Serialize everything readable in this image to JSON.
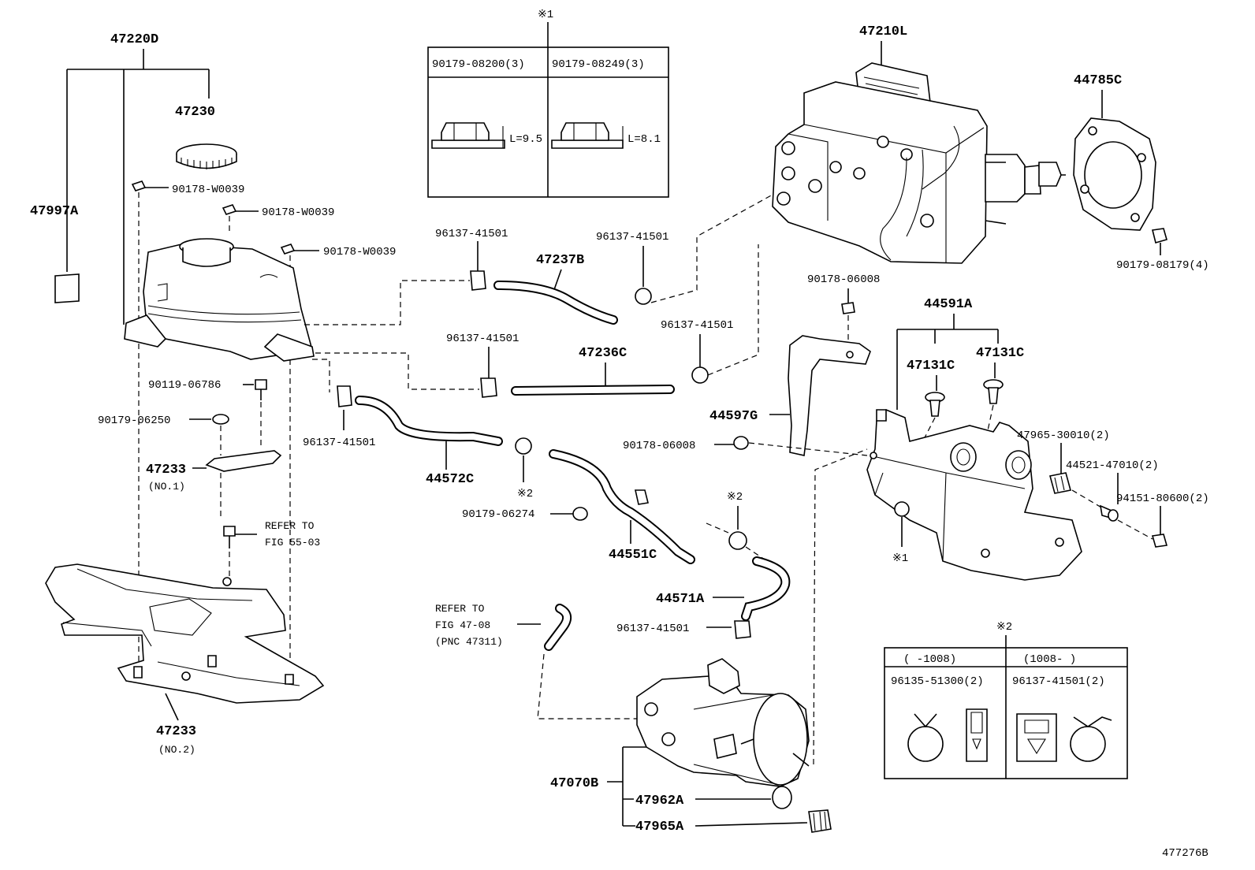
{
  "diagram": {
    "figure_code": "477276B",
    "note_symbol_1": "※1",
    "note_symbol_2": "※2",
    "part_labels": {
      "p47220D": "47220D",
      "p47230": "47230",
      "p47997A": "47997A",
      "p47233_no1": "47233",
      "p47233_no1_sub": "(NO.1)",
      "p47233_no2": "47233",
      "p47233_no2_sub": "(NO.2)",
      "p47237B": "47237B",
      "p47236C": "47236C",
      "p44572C": "44572C",
      "p44551C": "44551C",
      "p44571A": "44571A",
      "p47210L": "47210L",
      "p44785C": "44785C",
      "p44591A": "44591A",
      "p47131C_a": "47131C",
      "p47131C_b": "47131C",
      "p44597G": "44597G",
      "p47070B": "47070B",
      "p47962A": "47962A",
      "p47965A": "47965A"
    },
    "codes": {
      "c90178_W0039_a": "90178-W0039",
      "c90178_W0039_b": "90178-W0039",
      "c90178_W0039_c": "90178-W0039",
      "c96137_41501_a": "96137-41501",
      "c96137_41501_b": "96137-41501",
      "c96137_41501_c": "96137-41501",
      "c96137_41501_d": "96137-41501",
      "c96137_41501_e": "96137-41501",
      "c96137_41501_f": "96137-41501",
      "c90119_06786": "90119-06786",
      "c90179_06250": "90179-06250",
      "c90179_06274": "90179-06274",
      "c90178_06008_a": "90178-06008",
      "c90178_06008_b": "90178-06008",
      "c90179_08179": "90179-08179(4)",
      "c47965_30010": "47965-30010(2)",
      "c44521_47010": "44521-47010(2)",
      "c94151_80600": "94151-80600(2)"
    },
    "refer": {
      "r1_line1": "REFER TO",
      "r1_line2": "FIG 55-03",
      "r2_line1": "REFER TO",
      "r2_line2": "FIG 47-08",
      "r2_line3": "(PNC 47311)"
    },
    "table1": {
      "col1": "90179-08200(3)",
      "col2": "90179-08249(3)",
      "dim1": "L=9.5",
      "dim2": "L=8.1"
    },
    "table2": {
      "range1": "(    -1008)",
      "range2": "(1008-     )",
      "part1": "96135-51300(2)",
      "part2": "96137-41501(2)"
    }
  }
}
